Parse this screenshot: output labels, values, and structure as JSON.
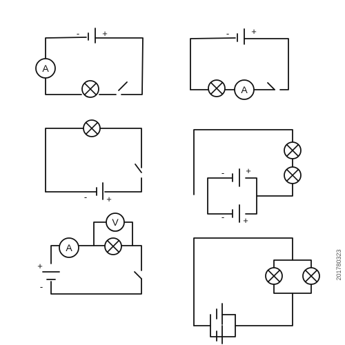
{
  "labels": {
    "ammeter": "A",
    "voltmeter": "V",
    "plus": "+",
    "minus": "-"
  },
  "stock_id": "201780323",
  "colors": {
    "ink": "#111111",
    "background": "#ffffff"
  }
}
